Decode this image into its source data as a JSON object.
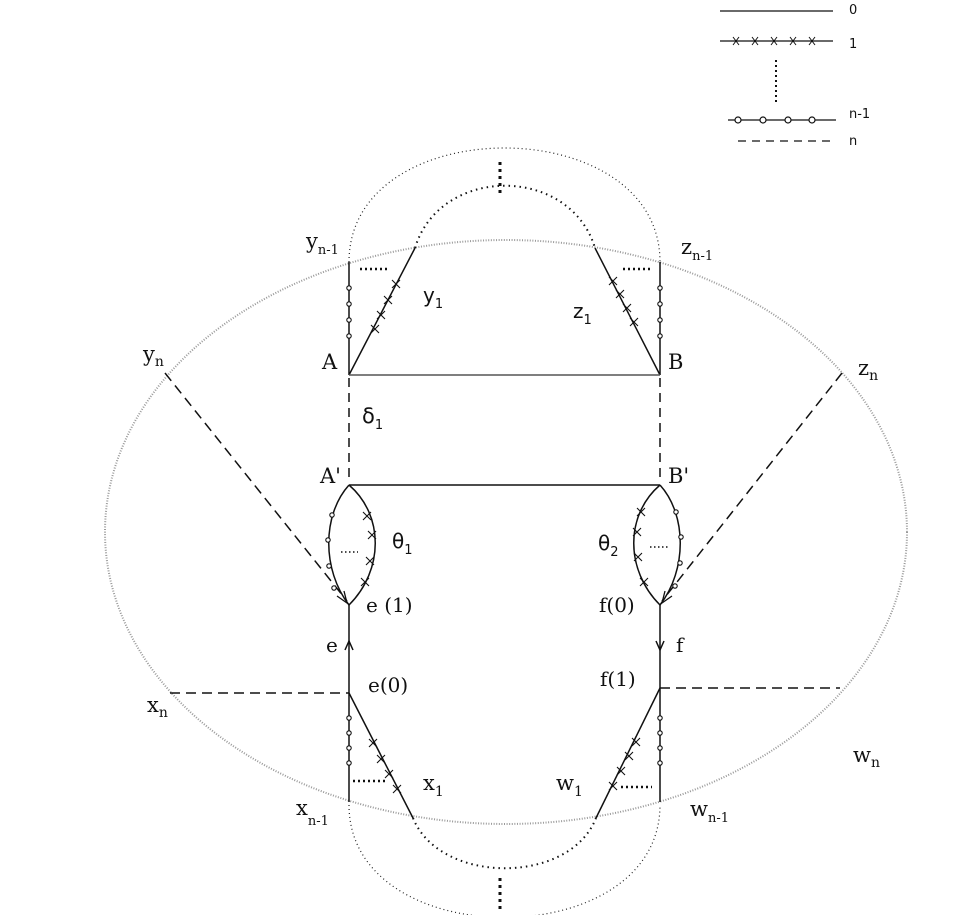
{
  "legend": [
    {
      "label": "0",
      "style": "solid"
    },
    {
      "label": "1",
      "style": "crosses"
    },
    {
      "label": "n-1",
      "style": "circles"
    },
    {
      "label": "n",
      "style": "dashed"
    }
  ],
  "points": {
    "A": "A",
    "B": "B",
    "A_prime": "A'",
    "B_prime": "B'",
    "y1_base": "y",
    "y1_sub": "1",
    "yn1_base": "y",
    "yn1_sub": "n-1",
    "z1_base": "z",
    "z1_sub": "1",
    "zn1_base": "z",
    "zn1_sub": "n-1",
    "yn_base": "y",
    "yn_sub": "n",
    "zn_base": "z",
    "zn_sub": "n",
    "xn_base": "x",
    "xn_sub": "n",
    "wn_base": "w",
    "wn_sub": "n",
    "x1_base": "x",
    "x1_sub": "1",
    "xn1_base": "x",
    "xn1_sub": "n-1",
    "w1_base": "w",
    "w1_sub": "1",
    "wn1_base": "w",
    "wn1_sub": "n-1",
    "delta_base": "δ",
    "delta_sub": "1",
    "theta1_base": "θ",
    "theta1_sub": "1",
    "theta2_base": "θ",
    "theta2_sub": "2",
    "e1": "e (1)",
    "e0": "e(0)",
    "e": "e",
    "f0": "f(0)",
    "f1": "f(1)",
    "f": "f"
  },
  "colors": {
    "ink": "#111111",
    "ellipse": "#888888"
  }
}
